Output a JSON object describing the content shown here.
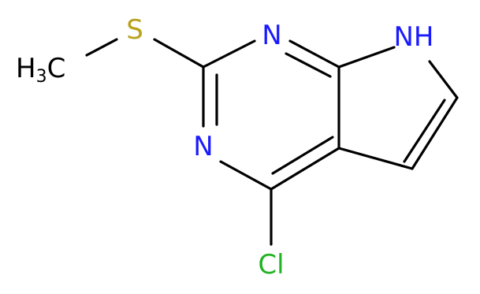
{
  "atoms": {
    "sulfur": {
      "text": "S",
      "color": "#b8a11c"
    },
    "methyl_h": {
      "text": "H"
    },
    "methyl_3": {
      "text": "3"
    },
    "methyl_c": {
      "text": "C"
    },
    "methyl_color": "#000000",
    "n_top": {
      "text": "N",
      "color": "#1a1aff"
    },
    "n_left": {
      "text": "N",
      "color": "#1a1aff"
    },
    "nh": {
      "text": "NH",
      "color": "#1a1aff"
    },
    "chlorine": {
      "text": "Cl",
      "color": "#22b322"
    }
  },
  "colors": {
    "bond": "#000000",
    "background": "#ffffff"
  }
}
